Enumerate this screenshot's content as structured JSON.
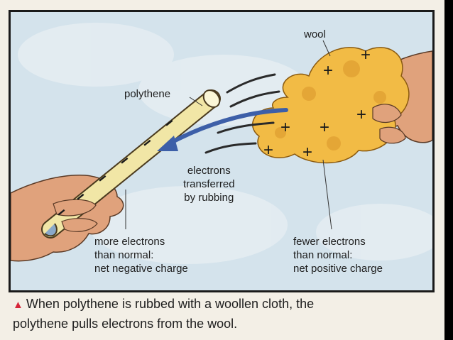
{
  "labels": {
    "wool": "wool",
    "polythene": "polythene",
    "electrons_line1": "electrons",
    "electrons_line2": "transferred",
    "electrons_line3": "by rubbing",
    "more_line1": "more electrons",
    "more_line2": "than normal:",
    "more_line3": "net negative charge",
    "fewer_line1": "fewer electrons",
    "fewer_line2": "than normal:",
    "fewer_line3": "net positive charge"
  },
  "caption": {
    "marker": "▲",
    "line1": "When polythene is rubbed with a woollen cloth, the",
    "line2": "polythene pulls electrons from the wool."
  },
  "signs": {
    "plus": "+",
    "minus": "−"
  },
  "colors": {
    "sky": "#d4e3ec",
    "wool": "#f2bb45",
    "rod": "#f1e6a6",
    "hand": "#e0a27c",
    "arrow": "#3d5fa8",
    "marker": "#d6263a"
  }
}
